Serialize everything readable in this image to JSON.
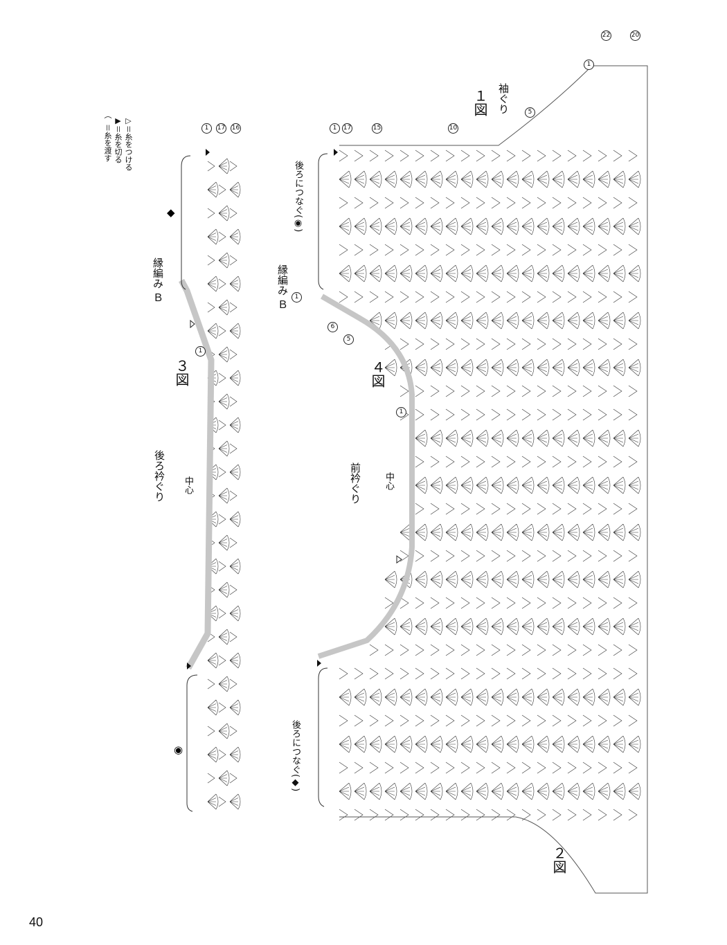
{
  "page_number": "40",
  "legend": [
    {
      "symbol": "▷",
      "text": "＝糸をつける"
    },
    {
      "symbol": "▶",
      "text": "＝糸を切る"
    },
    {
      "symbol": "⌒",
      "text": "＝糸を渡す"
    }
  ],
  "figures": {
    "fig1": {
      "title": "１図",
      "label": "袖ぐり"
    },
    "fig2": {
      "title": "２図"
    },
    "fig3": {
      "title": "３図",
      "label": "後ろ衿ぐり",
      "center": "中心",
      "edge": "縁編み Ｂ"
    },
    "fig4": {
      "title": "４図",
      "label": "前衿ぐり",
      "center": "中心",
      "edge": "縁編み Ｂ"
    }
  },
  "join_labels": {
    "join_back_circle": "後ろにつなぐ(◉)",
    "join_back_diamond": "後ろにつなぐ(◆)"
  },
  "markers": {
    "circle": "◉",
    "diamond": "◆"
  },
  "row_numbers": {
    "fig3": [
      "1",
      "17",
      "16",
      "1"
    ],
    "fig4": [
      "1",
      "17",
      "15",
      "10",
      "5",
      "6",
      "5",
      "1",
      "1"
    ],
    "fig1": [
      "22",
      "20",
      "1"
    ]
  },
  "colors": {
    "line": "#333333",
    "edging": "#c6c6c6",
    "ink": "#111111"
  }
}
